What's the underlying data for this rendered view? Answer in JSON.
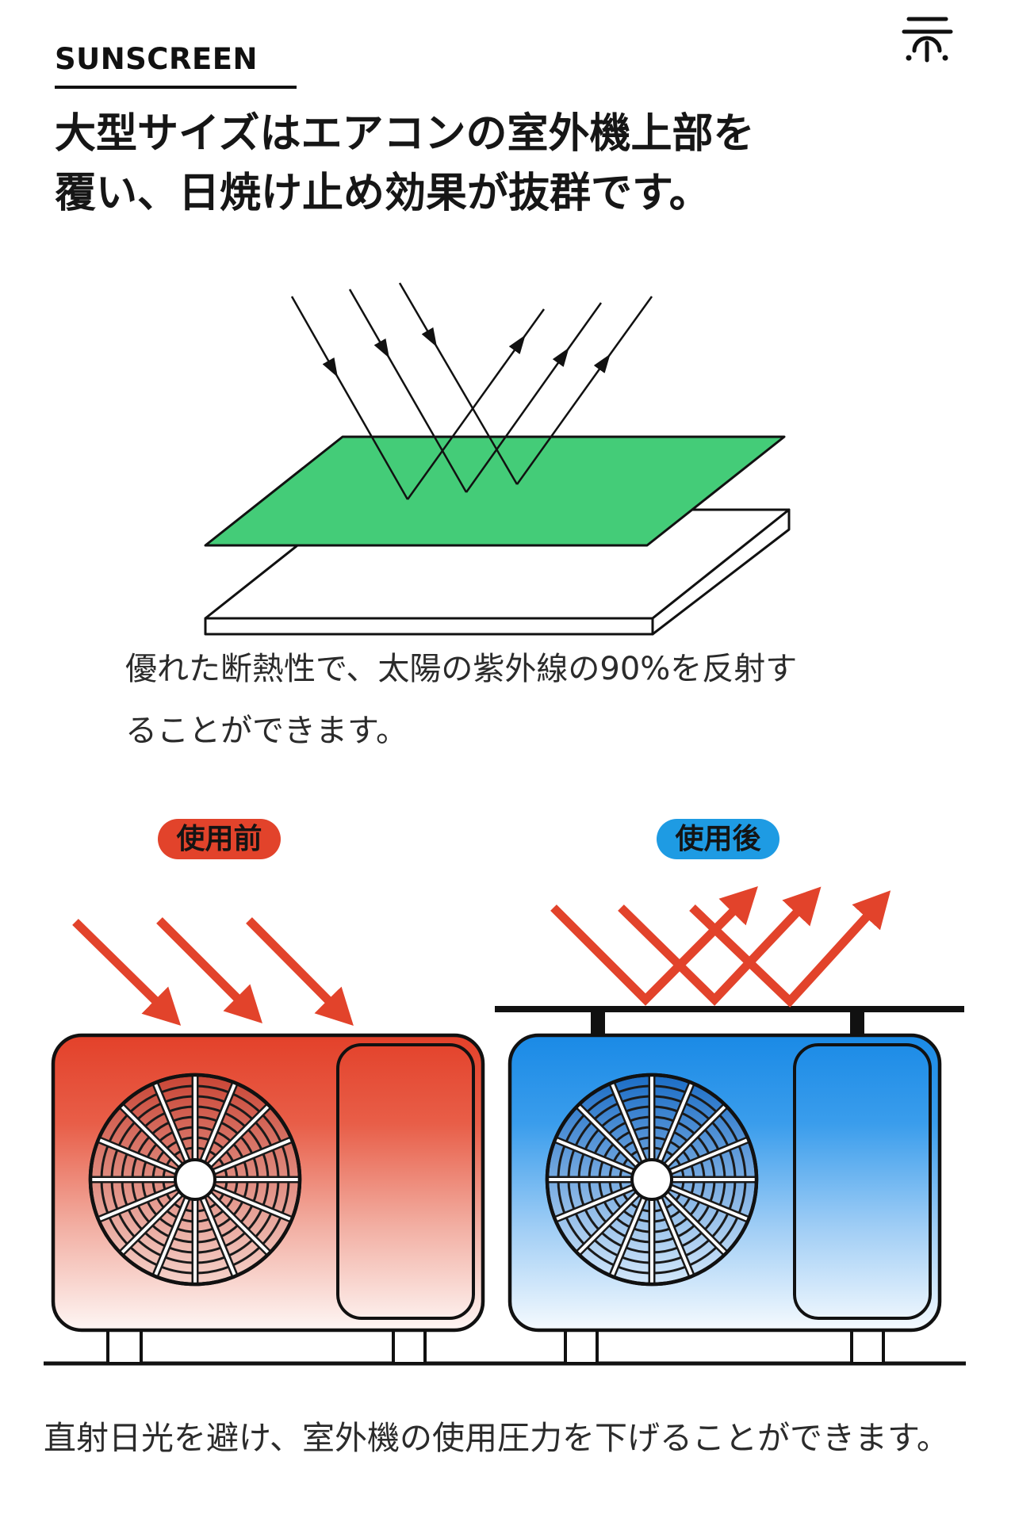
{
  "header": {
    "brand": "SUNSCREEN",
    "logo_icon": "brand-logo-icon"
  },
  "headline": {
    "line1": "大型サイズはエアコンの室外機上部を",
    "line2": "覆い、日焼け止め効果が抜群です。"
  },
  "reflection_diagram": {
    "caption_line1": "優れた断熱性で、太陽の紫外線の90%を反射す",
    "caption_line2": "ることができます。",
    "sheet_color": "#44CC78",
    "board_color": "#FFFFFF",
    "ray_color": "#111111",
    "ray_icon": "arrow-icon"
  },
  "comparison": {
    "before": {
      "label": "使用前",
      "badge_color": "#E2432B",
      "unit_color": "#E3412A"
    },
    "after": {
      "label": "使用後",
      "badge_color": "#1E9BE3",
      "unit_color": "#1A8AE6"
    },
    "sun_ray_color": "#E2432B",
    "fan_icon": "fan-grille-icon"
  },
  "footer": {
    "caption": "直射日光を避け、室外機の使用圧力を下げることができます。"
  }
}
